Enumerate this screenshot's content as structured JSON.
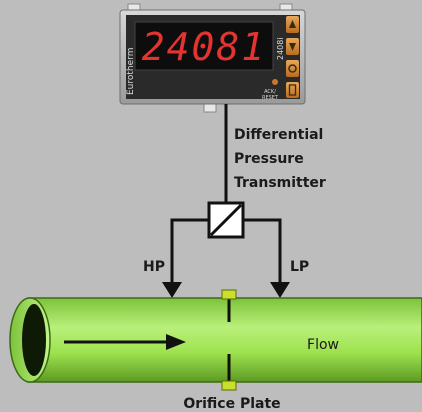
{
  "controller": {
    "brand": "Eurotherm",
    "model": "2408i",
    "display_value": "24081",
    "reset_label_1": "ACK/",
    "reset_label_2": "RESET",
    "led_color": "#e3342f",
    "buttons": [
      "up-arrow-icon",
      "down-arrow-icon",
      "cycle-icon",
      "page-icon"
    ]
  },
  "labels": {
    "transmitter_line1": "Differential",
    "transmitter_line2": "Pressure",
    "transmitter_line3": "Transmitter",
    "hp": "HP",
    "lp": "LP",
    "flow": "Flow",
    "orifice": "Orifice Plate"
  },
  "colors": {
    "background": "#bdbdbd",
    "pipe": "#9fe051",
    "orifice_tab": "#c9df2a",
    "line": "#111111"
  }
}
